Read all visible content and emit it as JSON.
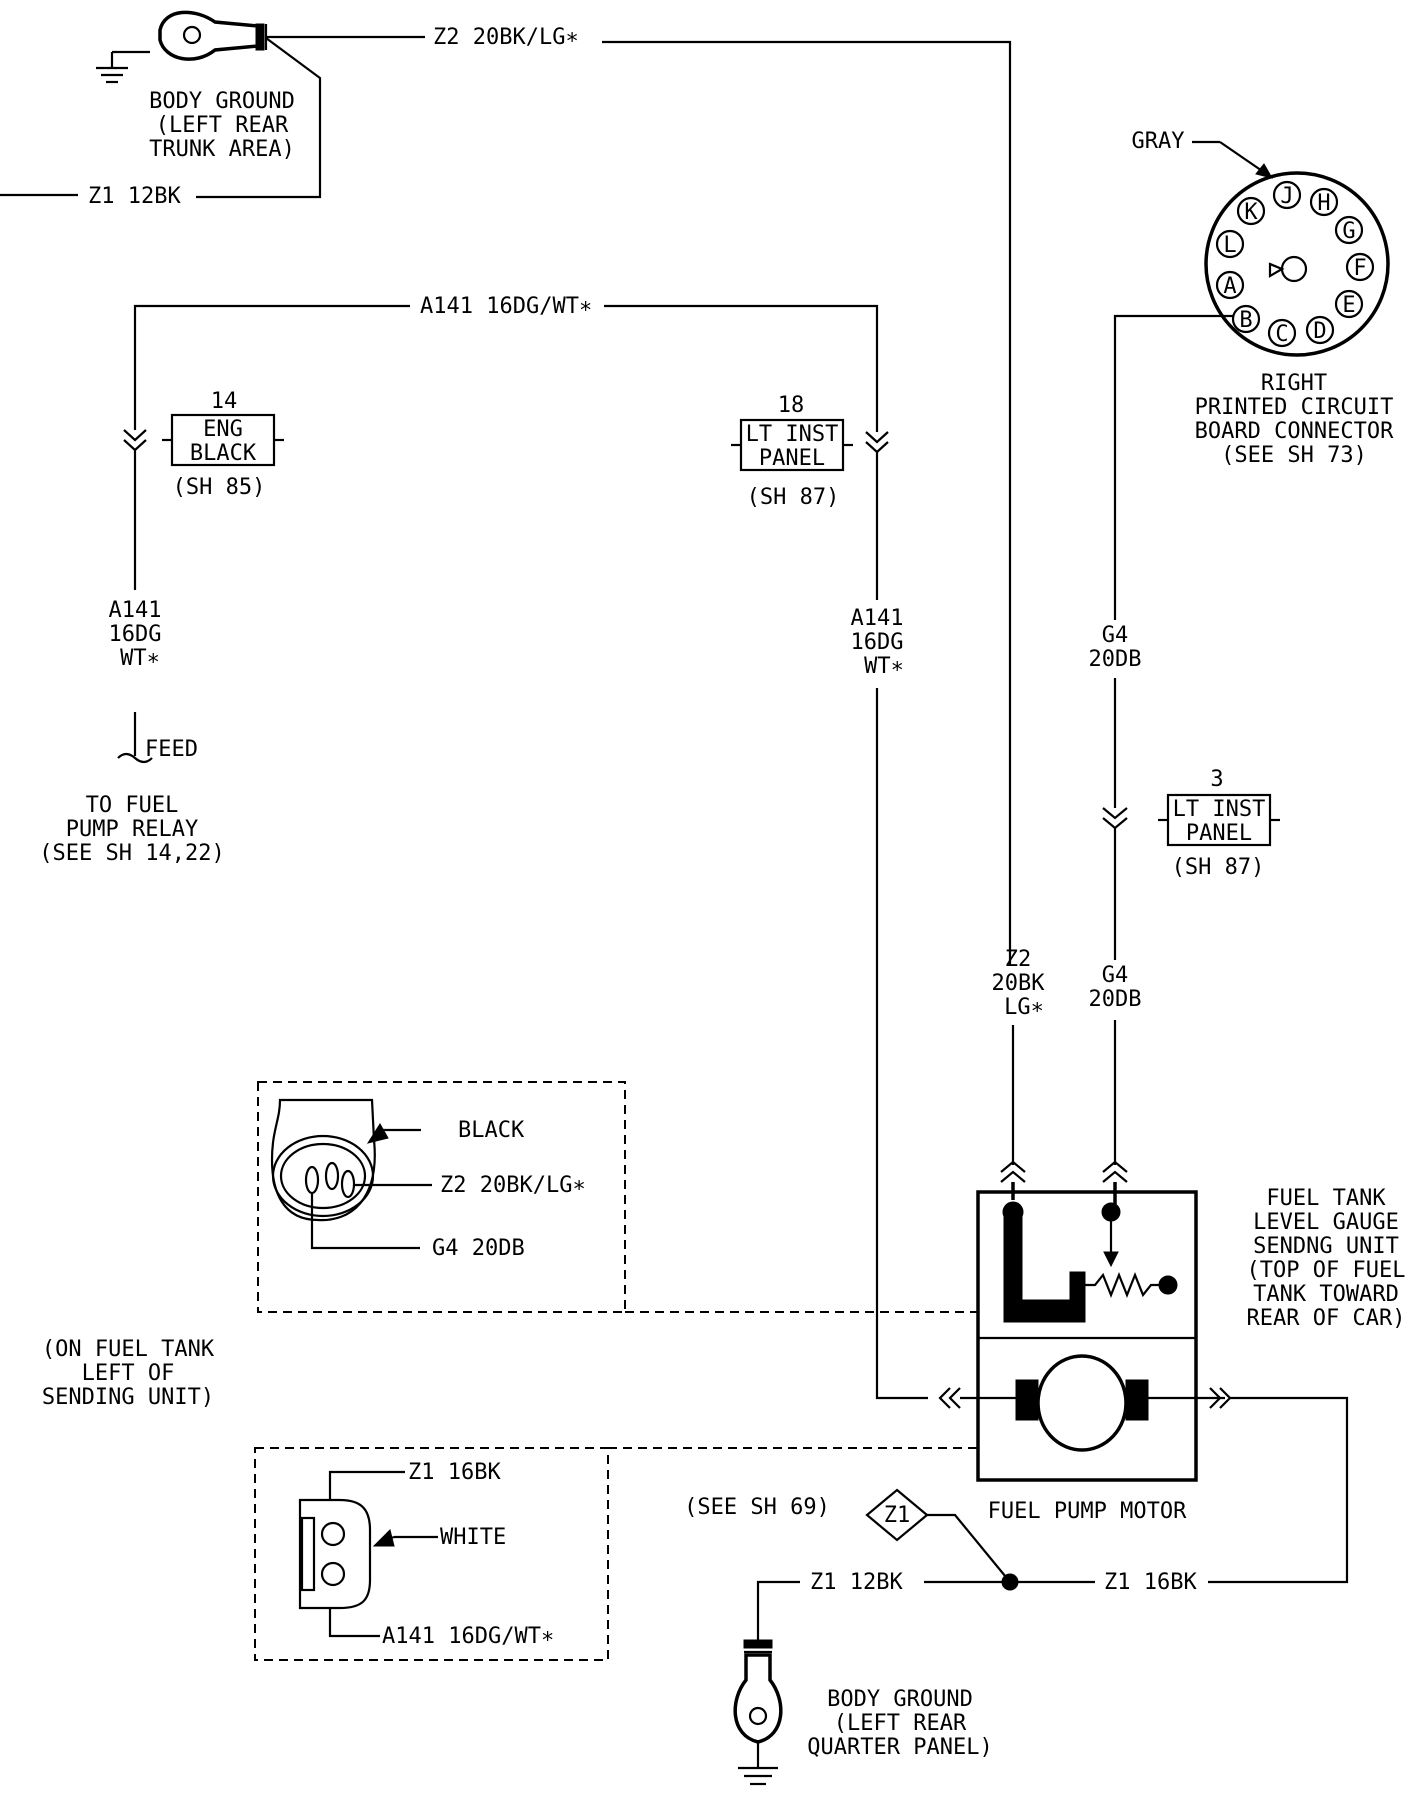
{
  "wires": {
    "z2_top": "Z2 20BK/LG∗",
    "z1_top": "Z1 12BK",
    "a141_top": "A141 16DG/WT∗",
    "a141_left": [
      "A141",
      "16DG",
      "WT∗"
    ],
    "a141_right": [
      "A141",
      "16DG",
      "WT∗"
    ],
    "g4_upper": [
      "G4",
      "20DB"
    ],
    "z2_lower": [
      "Z2",
      "20BK",
      "LG∗"
    ],
    "g4_lower": [
      "G4",
      "20DB"
    ],
    "z1_bottom_left": "Z1 12BK",
    "z1_bottom_right": "Z1 16BK",
    "feed": "FEED"
  },
  "top_ground": {
    "label": [
      "BODY GROUND",
      "(LEFT REAR",
      "TRUNK AREA)"
    ]
  },
  "bottom_ground": {
    "label": [
      "BODY GROUND",
      "(LEFT REAR",
      "QUARTER PANEL)"
    ]
  },
  "connector_eng": {
    "number": "14",
    "label": [
      "ENG",
      "BLACK"
    ],
    "ref": "(SH 85)"
  },
  "connector_lt_inst_18": {
    "number": "18",
    "label": [
      "LT INST",
      "PANEL"
    ],
    "ref": "(SH 87)"
  },
  "connector_lt_inst_3": {
    "number": "3",
    "label": [
      "LT INST",
      "PANEL"
    ],
    "ref": "(SH 87)"
  },
  "fuel_pump_relay": {
    "label": [
      "TO FUEL",
      "PUMP RELAY",
      "(SEE SH 14,22)"
    ]
  },
  "pcb_connector": {
    "color": "GRAY",
    "pins": [
      "A",
      "B",
      "C",
      "D",
      "E",
      "F",
      "G",
      "H",
      "J",
      "K",
      "L"
    ],
    "label": [
      "RIGHT",
      "PRINTED CIRCUIT",
      "BOARD CONNECTOR",
      "(SEE SH 73)"
    ]
  },
  "sender_unit": {
    "label": [
      "FUEL TANK",
      "LEVEL GAUGE",
      "SENDNG UNIT",
      "(TOP OF FUEL",
      "TANK TOWARD",
      "REAR OF CAR)"
    ],
    "motor_label": "FUEL PUMP MOTOR"
  },
  "connector_detail_top": {
    "color": "BLACK",
    "wire1": "Z2 20BK/LG∗",
    "wire2": "G4 20DB"
  },
  "connector_detail_bottom": {
    "wire1": "Z1 16BK",
    "color": "WHITE",
    "wire2": "A141 16DG/WT∗"
  },
  "location_note": [
    "(ON FUEL TANK",
    "LEFT OF",
    "SENDING UNIT)"
  ],
  "splice": {
    "id": "Z1",
    "ref": "(SEE SH 69)"
  }
}
